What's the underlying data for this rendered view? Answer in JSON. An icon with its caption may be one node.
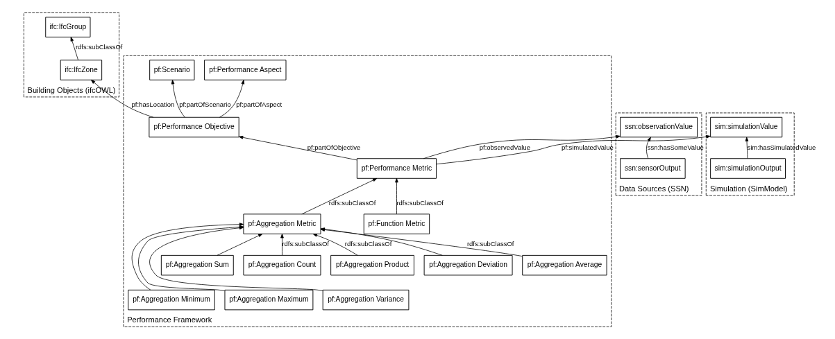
{
  "diagram": {
    "nodes": [
      {
        "text": [
          "Building Objects (ifcOWL)"
        ]
      },
      {
        "text": [
          "ifc:IfcGroup"
        ],
        "in": 0
      },
      {
        "text": [
          "ifc:IfcZone"
        ],
        "in": 0
      },
      {
        "text": [
          "Data Sources (SSN)"
        ]
      },
      {
        "text": [
          "ssn:observationValue"
        ],
        "in": 3
      },
      {
        "text": [
          "ssn:sensorOutput"
        ],
        "in": 3
      },
      {
        "text": [
          "Simulation (SimModel)"
        ]
      },
      {
        "text": [
          "sim:simulationValue"
        ],
        "in": 6
      },
      {
        "text": [
          "sim:simulationOutput"
        ],
        "in": 6
      },
      {
        "text": [
          "Performance Framework"
        ]
      },
      {
        "text": [
          "pf:Scenario"
        ],
        "in": 9
      },
      {
        "text": [
          "pf:Performance Objective"
        ],
        "in": 9
      },
      {
        "text": [
          "pf:Performance Aspect"
        ],
        "in": 9
      },
      {
        "text": [
          "pf:Performance Metric"
        ],
        "in": 9
      },
      {
        "text": [
          "pf:Aggregation Metric"
        ],
        "in": 9
      },
      {
        "text": [
          "pf:Function Metric"
        ],
        "in": 9
      },
      {
        "text": [
          "pf:Aggregation Average"
        ],
        "in": 9
      },
      {
        "text": [
          "pf:Aggregation Deviation"
        ],
        "in": 9
      },
      {
        "text": [
          "pf:Aggregation Product"
        ],
        "in": 9
      },
      {
        "text": [
          "pf:Aggregation Count"
        ],
        "in": 9
      },
      {
        "text": [
          "pf:Aggregation Sum"
        ],
        "in": 9
      },
      {
        "text": [
          "pf:Aggregation Variance"
        ],
        "in": 9
      },
      {
        "text": [
          "pf:Aggregation Maximum"
        ],
        "in": 9
      },
      {
        "text": [
          "pf:Aggregation Minimum"
        ],
        "in": 9
      }
    ],
    "edges": [
      {
        "from": 2,
        "to": 1,
        "arrow": "to",
        "label": "rdfs:subClassOf"
      },
      {
        "from": 11,
        "to": 2,
        "arrow": "to",
        "label": "pf:hasLocation"
      },
      {
        "from": 11,
        "to": 10,
        "arrow": "to",
        "label": "pf:partOfScenario"
      },
      {
        "from": 11,
        "to": 12,
        "arrow": "to",
        "label": "pf:partOfAspect"
      },
      {
        "from": 13,
        "to": 11,
        "arrow": "to",
        "label": "pf:partOfObjective"
      },
      {
        "from": 13,
        "to": 4,
        "arrow": "to",
        "label": "pf:observedValue"
      },
      {
        "from": 5,
        "to": 4,
        "arrow": "to",
        "label": "ssn:hasSomeValue"
      },
      {
        "from": 13,
        "to": 7,
        "arrow": "to",
        "label": "pf:simulatedValue"
      },
      {
        "from": 8,
        "to": 7,
        "arrow": "to",
        "label": "sim:hasSimulatedValue"
      },
      {
        "from": 14,
        "to": 13,
        "arrow": "to",
        "label": "rdfs:subClassOf"
      },
      {
        "from": 15,
        "to": 13,
        "arrow": "to",
        "label": "rdfs:subClassOf"
      },
      {
        "from": 16,
        "to": 14,
        "arrow": "to",
        "label": "rdfs:subClassOf"
      },
      {
        "from": 17,
        "to": 14,
        "arrow": "to"
      },
      {
        "from": 18,
        "to": 14,
        "arrow": "to",
        "label": "rdfs:subClassOf"
      },
      {
        "from": 19,
        "to": 14,
        "arrow": "to",
        "label": "rdfs:subClassOf"
      },
      {
        "from": 20,
        "to": 14,
        "arrow": "to"
      },
      {
        "from": 21,
        "to": 14,
        "arrow": "to"
      },
      {
        "from": 22,
        "to": 14,
        "arrow": "to"
      },
      {
        "from": 23,
        "to": 14,
        "arrow": "to"
      }
    ]
  }
}
